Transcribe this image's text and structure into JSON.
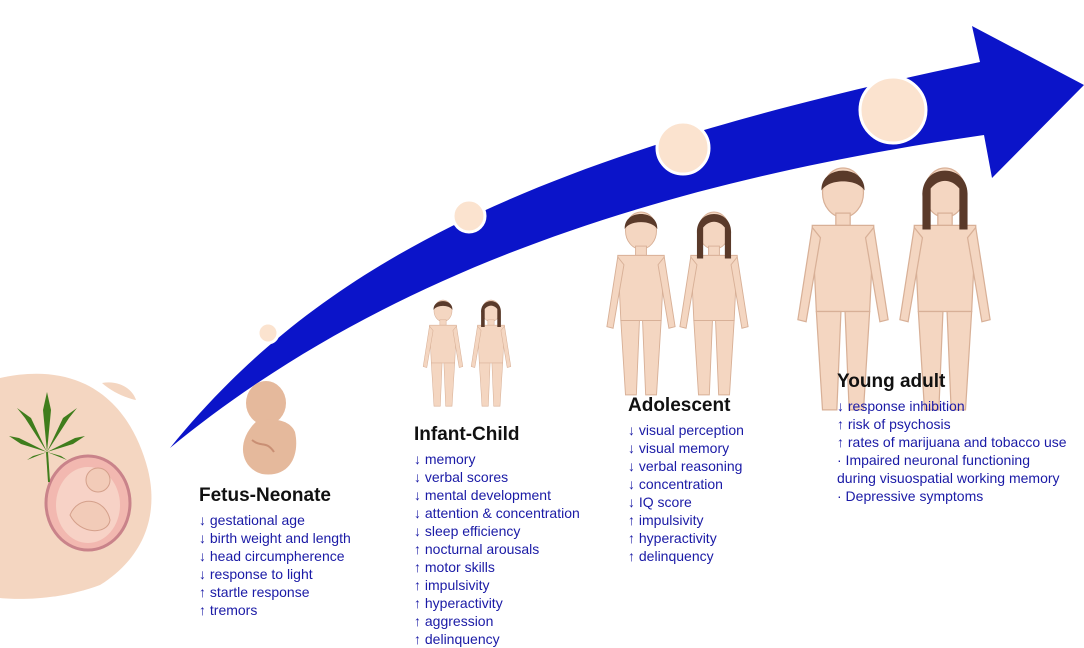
{
  "colors": {
    "arrow": "#0b14c9",
    "text_effect": "#1a1aa6",
    "circle_fill": "#fbe3cf",
    "skin": "#f4d6c1",
    "skin_dark": "#e5b99c",
    "leaf": "#3f7d1c"
  },
  "icons": [
    "cannabis-leaf-icon",
    "pregnant-belly-icon",
    "fetus-icon",
    "child-figure-icon",
    "adolescent-figure-icon",
    "adult-figure-icon"
  ],
  "stages": [
    {
      "id": "fetus-neonate",
      "title": "Fetus-Neonate",
      "effects": [
        "↓ gestational age",
        "↓ birth weight and length",
        "↓ head circumpherence",
        "↓ response to light",
        "↑ startle response",
        "↑ tremors"
      ]
    },
    {
      "id": "infant-child",
      "title": "Infant-Child",
      "effects": [
        "↓ memory",
        "↓ verbal scores",
        "↓ mental development",
        "↓ attention & concentration",
        "↓ sleep efficiency",
        "↑ nocturnal arousals",
        "↑ motor skills",
        "↑ impulsivity",
        "↑ hyperactivity",
        "↑ aggression",
        "↑ delinquency"
      ]
    },
    {
      "id": "adolescent",
      "title": "Adolescent",
      "effects": [
        "↓ visual perception",
        "↓ visual memory",
        "↓ verbal reasoning",
        "↓ concentration",
        "↓ IQ score",
        "↑ impulsivity",
        "↑ hyperactivity",
        "↑ delinquency"
      ]
    },
    {
      "id": "young-adult",
      "title": "Young adult",
      "effects": [
        "↓ response inhibition",
        "↑ risk of psychosis",
        "↑ rates of marijuana and tobacco use",
        "· Impaired neuronal functioning",
        "  during visuospatial working memory",
        "· Depressive symptoms"
      ]
    }
  ]
}
